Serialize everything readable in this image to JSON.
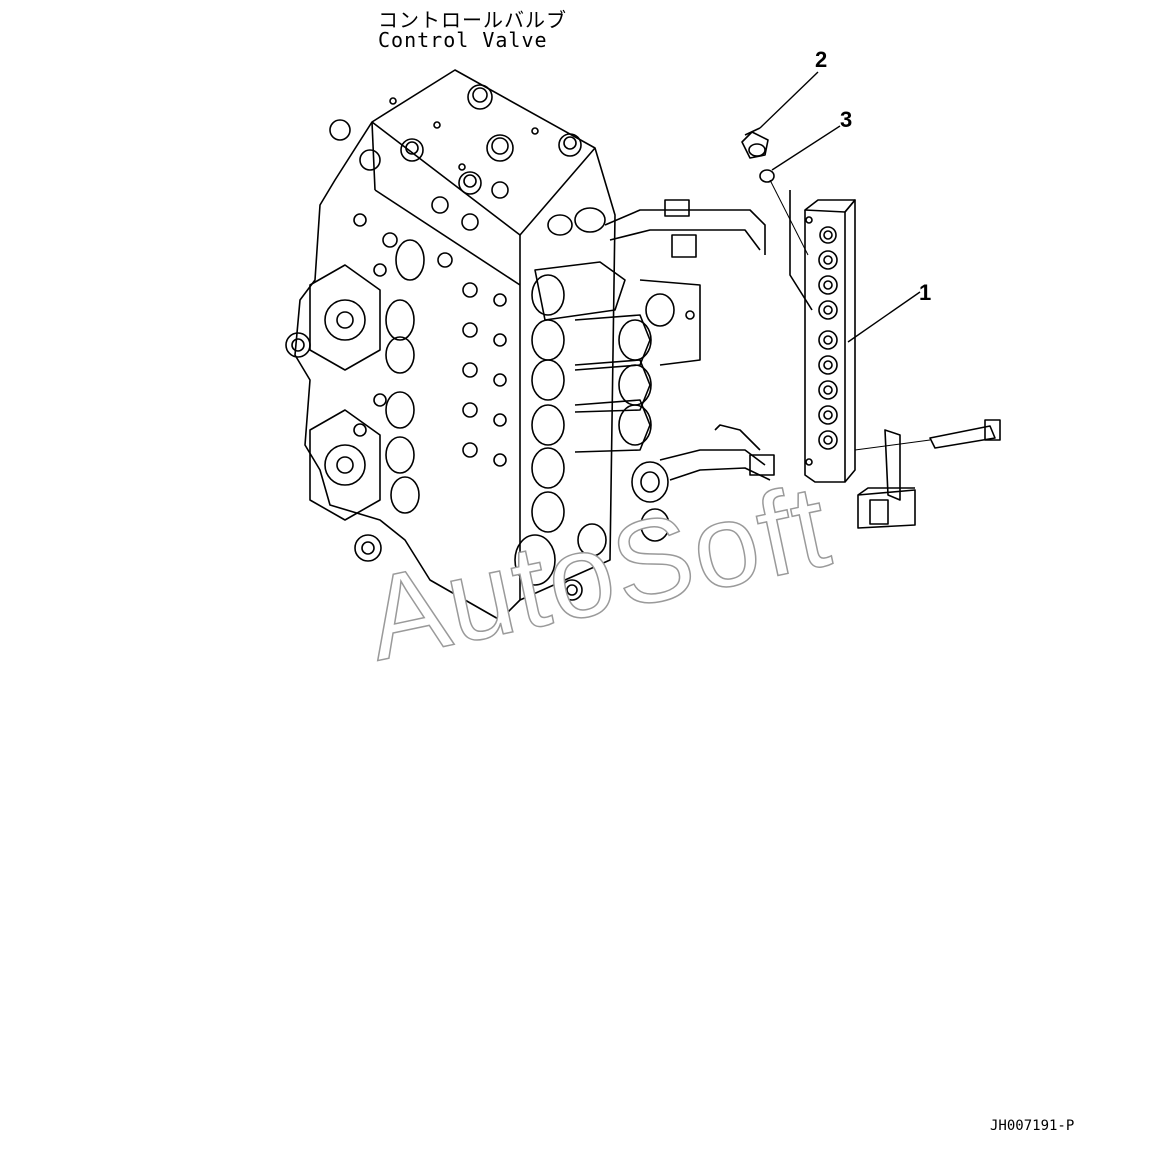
{
  "diagram": {
    "title_jp": "コントロールバルブ",
    "title_en": "Control Valve",
    "callouts": [
      "1",
      "2",
      "3"
    ],
    "drawing_code": "JH007191-P",
    "watermark": "AutoSoft"
  }
}
